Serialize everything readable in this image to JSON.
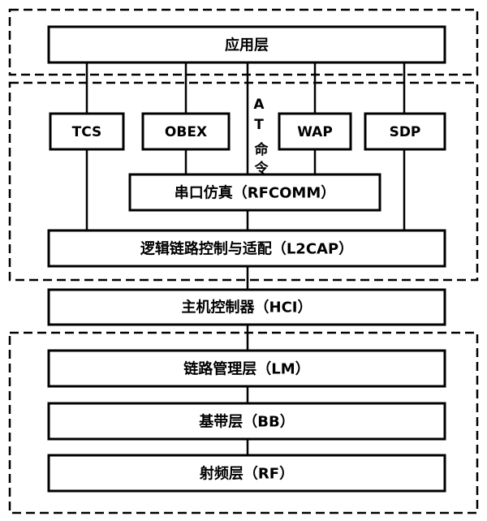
{
  "layers": {
    "application": "应用层",
    "tcs": "TCS",
    "obex": "OBEX",
    "wap": "WAP",
    "sdp": "SDP",
    "rfcomm": "串口仿真（RFCOMM）",
    "l2cap": "逻辑链路控制与适配（L2CAP）",
    "hci": "主机控制器（HCI）",
    "lm": "链路管理层（LM）",
    "bb": "基带层（BB）",
    "rf": "射频层（RF）"
  },
  "at_command": [
    "A",
    "T",
    "命",
    "令"
  ],
  "colors": {
    "stroke": "#000000",
    "background": "#ffffff"
  }
}
